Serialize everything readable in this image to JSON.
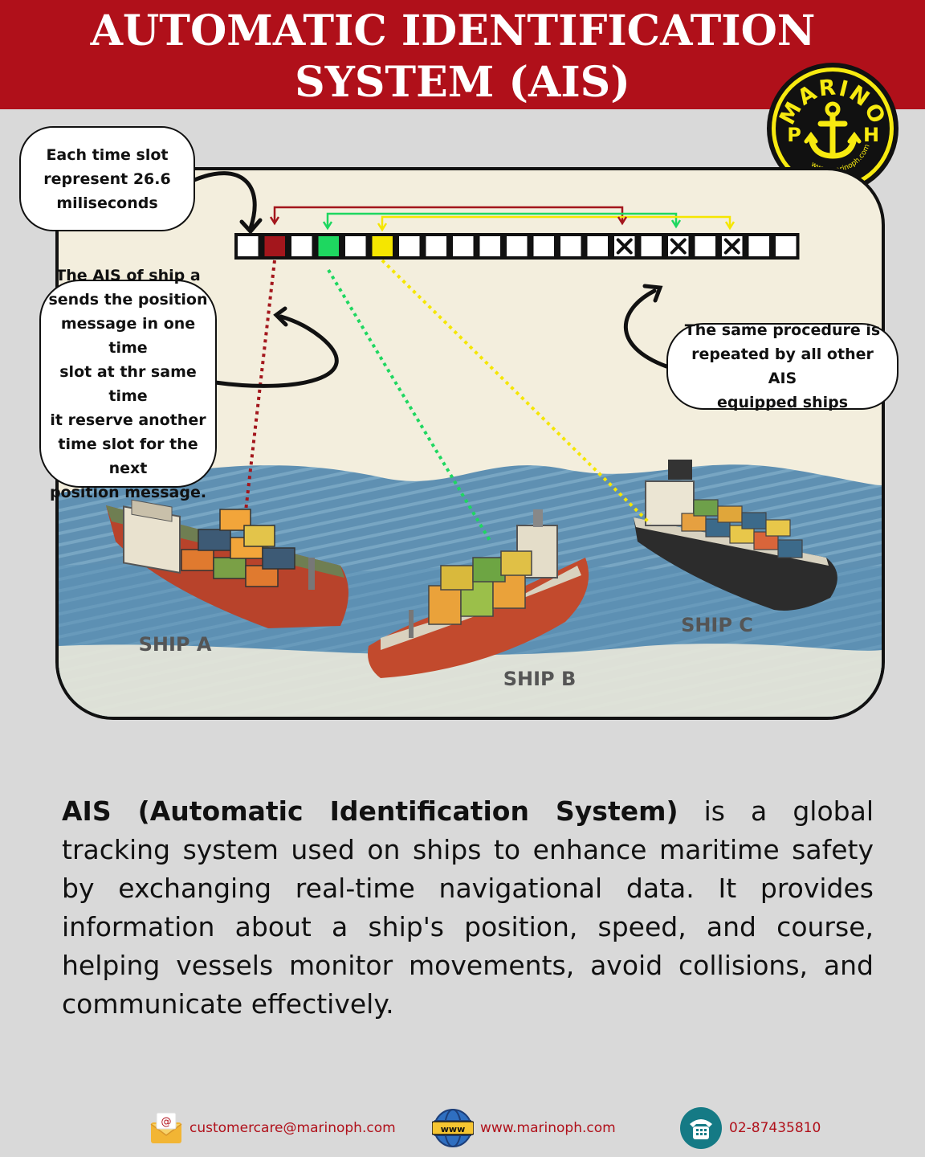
{
  "header": {
    "title_line1": "AUTOMATIC IDENTIFICATION",
    "title_line2": "SYSTEM (AIS)",
    "background_color": "#b0101a"
  },
  "logo": {
    "text": "MARINO PH",
    "url": "www.marinoph.com",
    "icon": "anchor-icon"
  },
  "callouts": {
    "time_slot_line1": "Each time slot",
    "time_slot_line2": "represent 26.6",
    "time_slot_line3": "miliseconds",
    "ship_a_line1": "The AIS of ship a",
    "ship_a_line2": "sends the position",
    "ship_a_line3": "message in one time",
    "ship_a_line4": "slot at thr same time",
    "ship_a_line5": "it reserve another",
    "ship_a_line6": "time slot for the next",
    "ship_a_line7": "position message.",
    "repeat_line1": "The same procedure is",
    "repeat_line2": "repeated by all other AIS",
    "repeat_line3": "equipped ships"
  },
  "slots": {
    "count": 21,
    "ship_a_slot": 1,
    "ship_b_slot": 3,
    "ship_c_slot": 5,
    "reserved_slots": [
      14,
      16,
      18
    ],
    "colors": {
      "ship_a": "#a3161c",
      "ship_b": "#1ed760",
      "ship_c": "#f5e600"
    },
    "reserved_marker": "x-icon"
  },
  "ships": {
    "a": "SHIP A",
    "b": "SHIP B",
    "c": "SHIP C"
  },
  "description": {
    "bold": "AIS (Automatic Identification System)",
    "text": " is a global tracking system used on ships to enhance maritime safety by exchanging real-time navigational data. It provides information about a ship's position, speed, and course, helping vessels monitor movements, avoid collisions, and communicate effectively."
  },
  "footer": {
    "email": "customercare@marinoph.com",
    "website": "www.marinoph.com",
    "phone": "02-87435810",
    "email_icon": "email-icon",
    "website_icon": "globe-icon",
    "phone_icon": "phone-icon",
    "globe_label": "www"
  }
}
